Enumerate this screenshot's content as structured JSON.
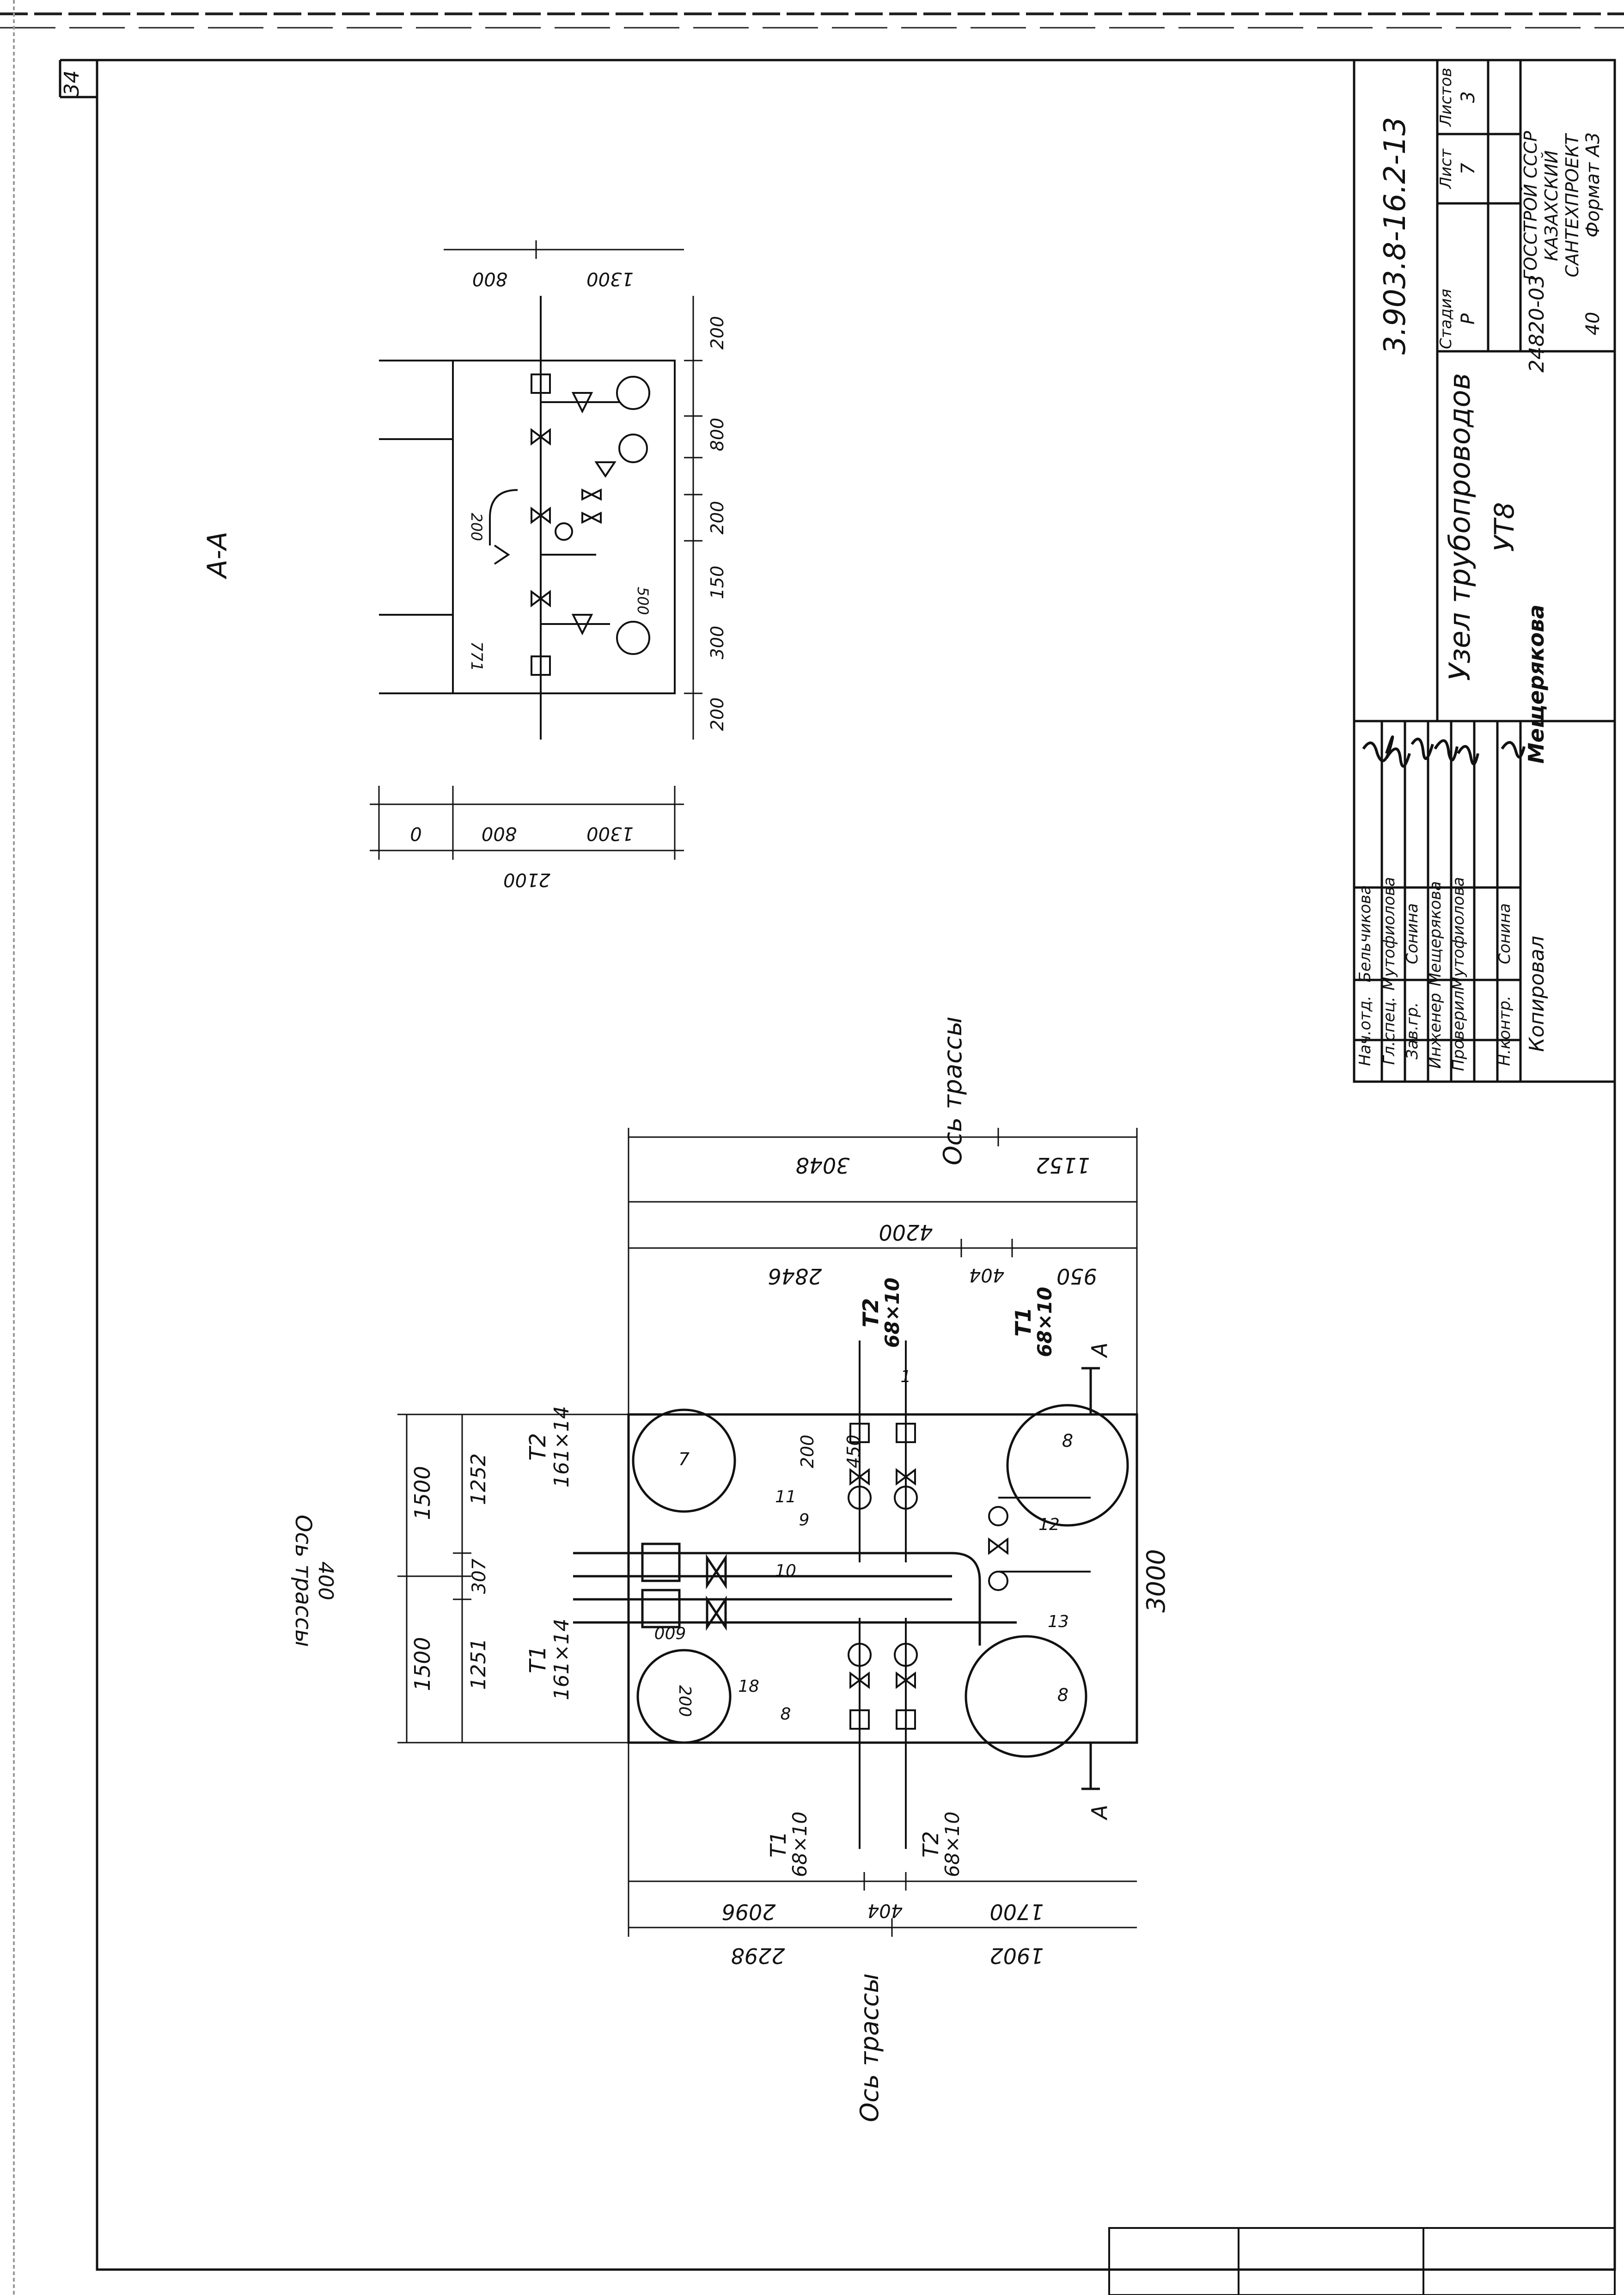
{
  "sheet_number": "34",
  "section_label": "A-A",
  "section_view": {
    "horizontal_dims": [
      "200",
      "300",
      "150",
      "200",
      "800",
      "200"
    ],
    "left_dims": [
      "771",
      "500",
      "200"
    ],
    "width_dims_top": [
      "800",
      "1300"
    ],
    "width_dims_bottom": [
      "0",
      "800",
      "1300"
    ],
    "total_width": "2100"
  },
  "plan": {
    "top_dims_outer": [
      "3048",
      "1152"
    ],
    "top_dims_total": "4200",
    "top_dims_inner": [
      "2846",
      "404",
      "950"
    ],
    "bottom_dims_inner": [
      "2096",
      "404",
      "1700"
    ],
    "bottom_dims_outer": [
      "2298",
      "1902"
    ],
    "left_dims_outer": [
      "1500",
      "1500"
    ],
    "left_dims_inner": [
      "1251",
      "307",
      "1252"
    ],
    "left_offset": "400",
    "chamber_width": "3000",
    "axis_label": "Ось трассы",
    "pipes": [
      {
        "code": "T2",
        "size": "161×14"
      },
      {
        "code": "T1",
        "size": "161×14"
      },
      {
        "code": "T2",
        "size": "68×10"
      },
      {
        "code": "T1",
        "size": "68×10"
      },
      {
        "code": "T1",
        "size": "68×10"
      },
      {
        "code": "T2",
        "size": "68×10"
      }
    ],
    "dims_small": [
      "200",
      "450",
      "600",
      "200"
    ],
    "section_marks": [
      "A",
      "A"
    ],
    "positions": [
      "1",
      "7",
      "8",
      "8",
      "8",
      "9",
      "10",
      "11",
      "12",
      "13",
      "18"
    ]
  },
  "title_block": {
    "doc_number": "3.903.8-16.2-13",
    "title_line1": "Узел трубопроводов",
    "title_line2": "УТ8",
    "stage_header": "Стадия",
    "sheet_header": "Лист",
    "sheets_header": "Листов",
    "stage": "Р",
    "sheet": "7",
    "sheets": "3",
    "org_line1": "ГОССТРОЙ СССР",
    "org_line2": "КАЗАХСКИЙ",
    "org_line3": "САНТЕХПРОЕКТ",
    "signatures": [
      {
        "role": "Нач.отд.",
        "name": "Бельчикова"
      },
      {
        "role": "Гл.спец.",
        "name": "Мутофиолова"
      },
      {
        "role": "Зав.гр.",
        "name": "Сонина"
      },
      {
        "role": "Инженер",
        "name": "Мещерякова"
      },
      {
        "role": "Проверил",
        "name": "Мутофиолова"
      },
      {
        "role": "Н.контр.",
        "name": "Сонина"
      }
    ],
    "copied_label": "Копировал",
    "copied_name": "Мещерякова",
    "archive_number": "24820-03",
    "sheet_code": "40",
    "format": "Формат А3"
  }
}
